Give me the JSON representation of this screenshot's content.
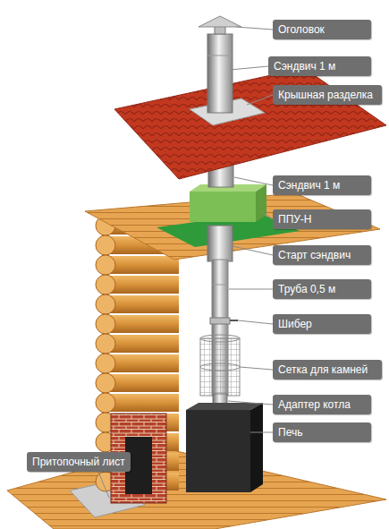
{
  "diagram": {
    "nodes": [
      {
        "text": [
          "Оголовок"
        ]
      },
      {
        "text": [
          "Сэндвич 1 м"
        ]
      },
      {
        "text": [
          "Крышная разделка"
        ]
      },
      {
        "text": [
          "Сэндвич 1 м"
        ]
      },
      {
        "text": [
          "ППУ-Н"
        ]
      },
      {
        "text": [
          "Старт сэндвич"
        ]
      },
      {
        "text": [
          "Труба 0,5 м"
        ]
      },
      {
        "text": [
          "Шибер"
        ]
      },
      {
        "text": [
          "Сетка для камней"
        ]
      },
      {
        "text": [
          "Адаптер котла"
        ]
      },
      {
        "text": [
          "Печь"
        ]
      },
      {
        "text": [
          "Притопочный лист"
        ]
      }
    ]
  }
}
